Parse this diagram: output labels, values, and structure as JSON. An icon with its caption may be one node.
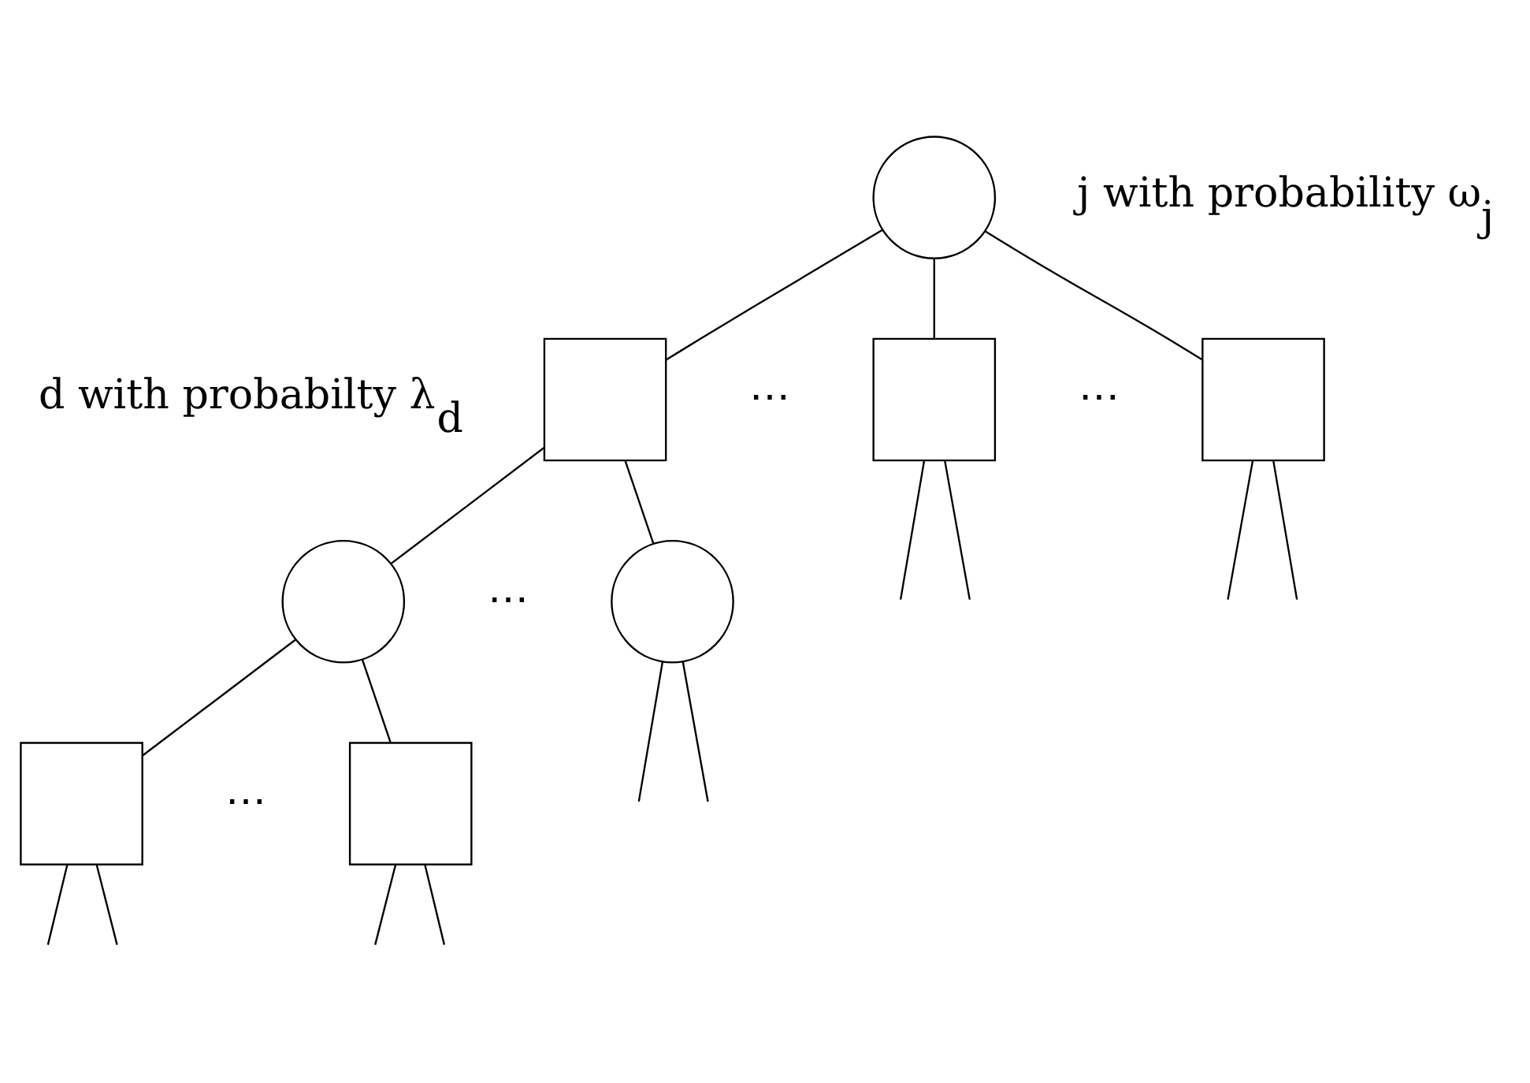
{
  "diagram": {
    "nodes": [
      {
        "text": [],
        "shape": "circle"
      },
      {
        "text": [],
        "shape": "box"
      },
      {
        "text": [],
        "shape": "box"
      },
      {
        "text": [],
        "shape": "box"
      },
      {
        "text": [],
        "shape": "circle"
      },
      {
        "text": [],
        "shape": "circle"
      },
      {
        "text": [],
        "shape": "box"
      },
      {
        "text": [],
        "shape": "box"
      }
    ],
    "edges": [
      {
        "from": 0,
        "to": 1,
        "arrow": "none"
      },
      {
        "from": 0,
        "to": 2,
        "arrow": "none"
      },
      {
        "from": 0,
        "to": 3,
        "arrow": "none"
      },
      {
        "from": 2,
        "to": null,
        "arrow": "none"
      },
      {
        "from": 2,
        "to": null,
        "arrow": "none"
      },
      {
        "from": 3,
        "to": null,
        "arrow": "none"
      },
      {
        "from": 3,
        "to": null,
        "arrow": "none"
      },
      {
        "from": 1,
        "to": 4,
        "arrow": "none"
      },
      {
        "from": 1,
        "to": 5,
        "arrow": "none"
      },
      {
        "from": 5,
        "to": null,
        "arrow": "none"
      },
      {
        "from": 5,
        "to": null,
        "arrow": "none"
      },
      {
        "from": 4,
        "to": 6,
        "arrow": "none"
      },
      {
        "from": 4,
        "to": 7,
        "arrow": "none"
      },
      {
        "from": 6,
        "to": null,
        "arrow": "none"
      },
      {
        "from": 6,
        "to": null,
        "arrow": "none"
      },
      {
        "from": 7,
        "to": null,
        "arrow": "none"
      },
      {
        "from": 7,
        "to": null,
        "arrow": "none"
      }
    ],
    "labels": [
      "j with probability ω$_{j}$",
      "d with probabilty λ$_{d}$",
      "⋯",
      "⋯",
      "⋯",
      "⋯"
    ]
  }
}
